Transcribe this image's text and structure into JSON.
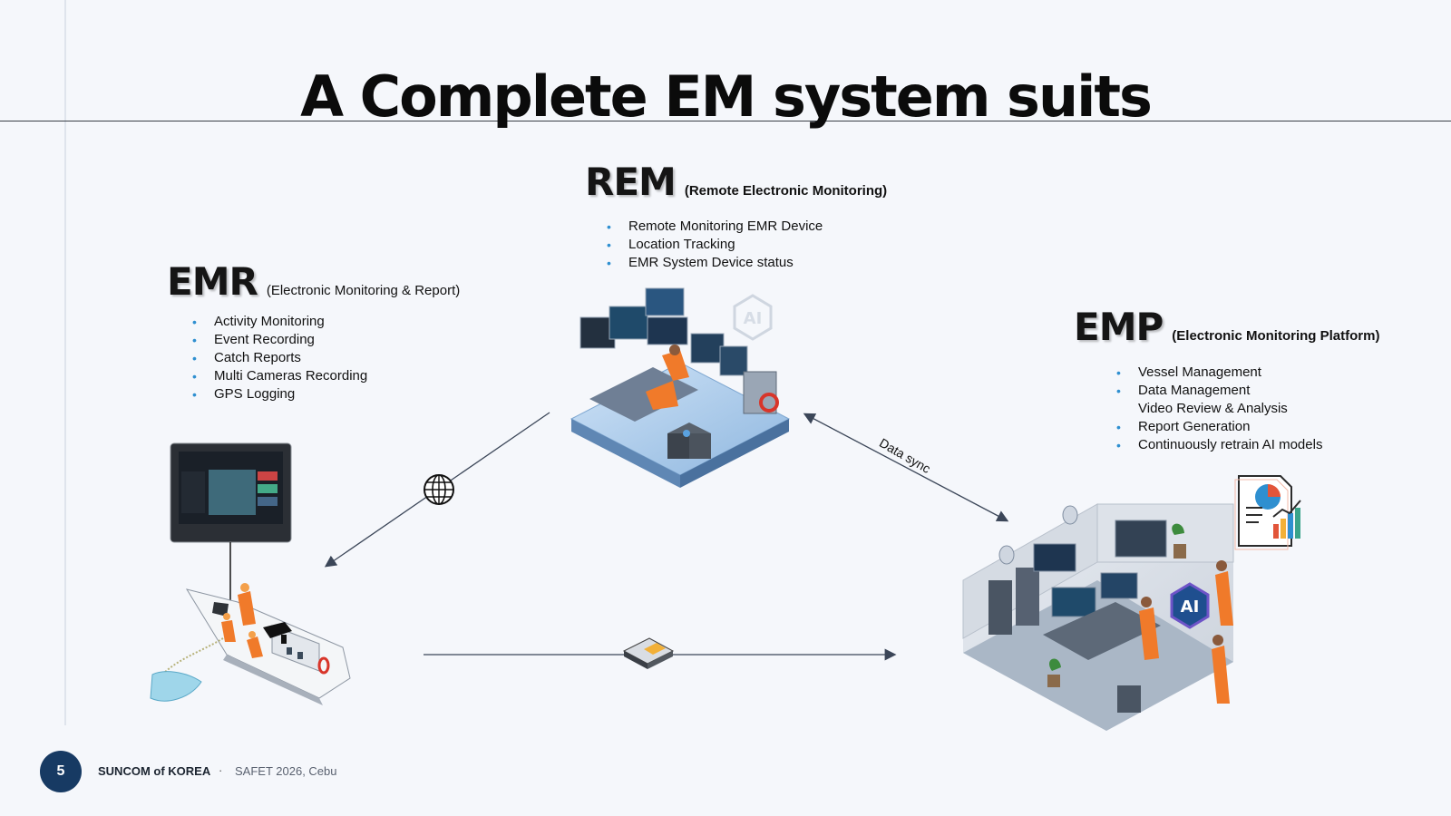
{
  "title": "A Complete EM system suits",
  "rem": {
    "name": "REM",
    "subtitle": "(Remote Electronic Monitoring)",
    "items": [
      "Remote Monitoring EMR Device",
      "Location Tracking",
      "EMR System Device status"
    ]
  },
  "emr": {
    "name": "EMR",
    "subtitle": "(Electronic Monitoring & Report)",
    "items": [
      "Activity Monitoring",
      "Event Recording",
      "Catch Reports",
      "Multi Cameras Recording",
      "GPS Logging"
    ]
  },
  "emp": {
    "name": "EMP",
    "subtitle": "(Electronic Monitoring Platform)",
    "items": [
      "Vessel Management",
      "Data Management",
      "Video Review & Analysis",
      "Report Generation",
      "Continuously retrain AI models"
    ]
  },
  "connections": {
    "data_sync_label": "Data sync",
    "ai_badge": "AI"
  },
  "footer": {
    "page_number": "5",
    "organization": "SUNCOM of KOREA",
    "separator": "·",
    "event": "SAFET 2026, Cebu"
  },
  "colors": {
    "background": "#f5f7fb",
    "bullet": "#2e8fd0",
    "footer_badge": "#173a63",
    "crew_orange": "#f07a2a"
  }
}
